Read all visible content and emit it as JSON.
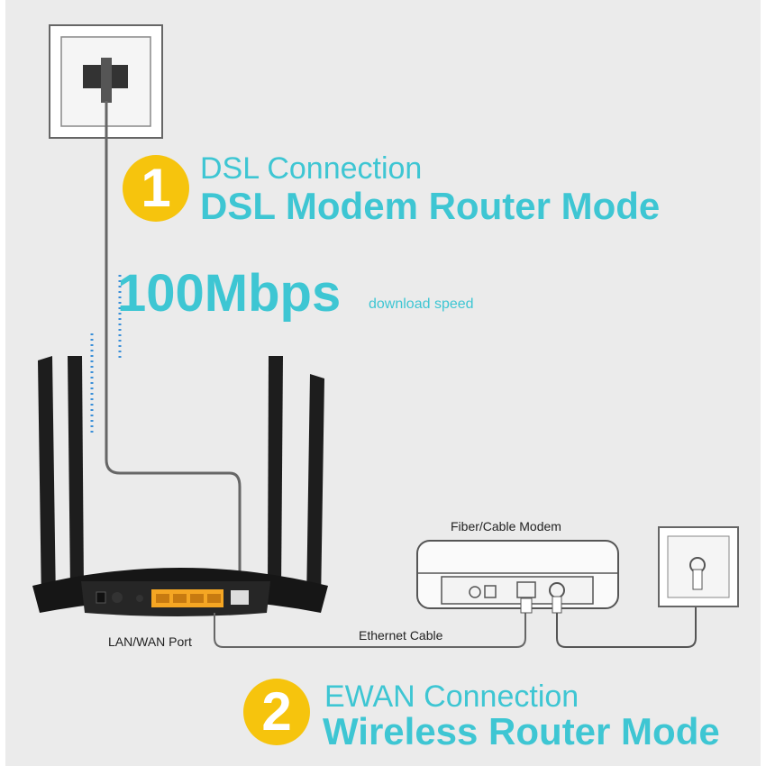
{
  "mode1": {
    "number": "1",
    "connection": "DSL Connection",
    "mode": "DSL Modem Router Mode"
  },
  "speed": {
    "value": "100Mbps",
    "label": "download speed"
  },
  "labels": {
    "modem": "Fiber/Cable Modem",
    "lan_wan_port": "LAN/WAN Port",
    "ethernet_cable": "Ethernet Cable"
  },
  "mode2": {
    "number": "2",
    "connection": "EWAN Connection",
    "mode": "Wireless Router Mode"
  },
  "colors": {
    "accent": "#3ec6d3",
    "badge": "#f6c40d",
    "background": "#ebebeb",
    "lan_ports": "#f5a623"
  }
}
